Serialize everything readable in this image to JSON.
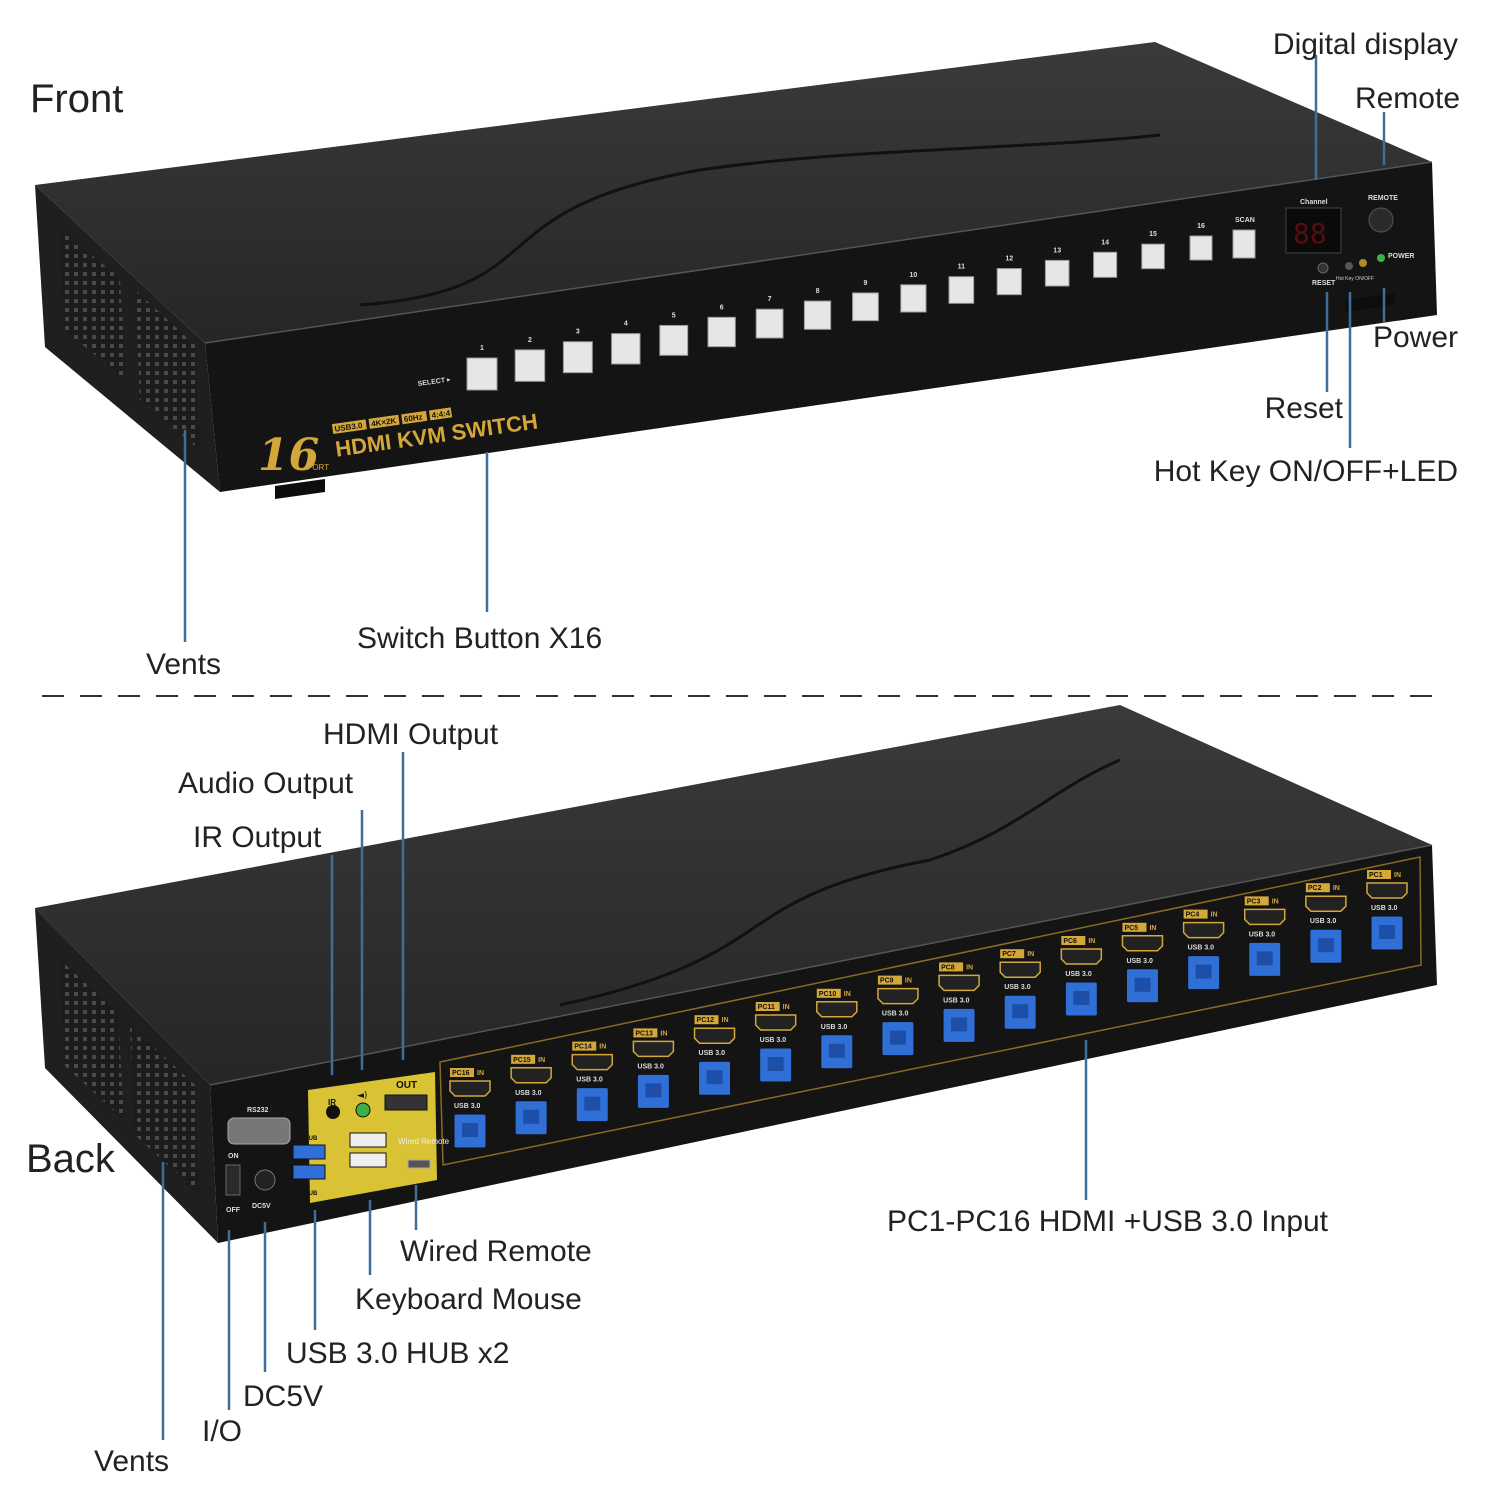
{
  "sections": {
    "front": "Front",
    "back": "Back"
  },
  "front": {
    "brand": {
      "count": "16",
      "port": "PORT",
      "badges": [
        "USB3.0",
        "4K×2K",
        "60Hz",
        "4:4:4"
      ],
      "title": "HDMI KVM SWITCH"
    },
    "select_label": "SELECT ▸",
    "buttons": [
      "1",
      "2",
      "3",
      "4",
      "5",
      "6",
      "7",
      "8",
      "9",
      "10",
      "11",
      "12",
      "13",
      "14",
      "15",
      "16"
    ],
    "scan_label": "SCAN",
    "channel_label": "Channel",
    "display_value": "88",
    "remote_label": "REMOTE",
    "reset_label": "RESET",
    "hotkey_label": "Hot Key ON/OFF",
    "power_label": "POWER",
    "callouts": {
      "digital_display": "Digital display",
      "remote": "Remote",
      "power": "Power",
      "reset": "Reset",
      "hotkey": "Hot Key ON/OFF+LED",
      "switch_button": "Switch Button X16",
      "vents": "Vents"
    }
  },
  "back": {
    "rs232": "RS232",
    "on": "ON",
    "off": "OFF",
    "dc5v": "DC5V",
    "ir": "IR",
    "out": "OUT",
    "hub": "3.0HUB",
    "wired_remote": "Wired Remote",
    "port_labels": [
      "PC16",
      "PC15",
      "PC14",
      "PC13",
      "PC12",
      "PC11",
      "PC10",
      "PC9",
      "PC8",
      "PC7",
      "PC6",
      "PC5",
      "PC4",
      "PC3",
      "PC2",
      "PC1"
    ],
    "in_label": "IN",
    "usb_label": "USB 3.0",
    "callouts": {
      "hdmi_output": "HDMI Output",
      "audio_output": "Audio Output",
      "ir_output": "IR Output",
      "wired_remote": "Wired Remote",
      "keyboard_mouse": "Keyboard Mouse",
      "usb_hub": "USB 3.0 HUB x2",
      "dc5v": "DC5V",
      "io": "I/O",
      "vents": "Vents",
      "pc_input": "PC1-PC16 HDMI +USB 3.0 Input"
    }
  },
  "colors": {
    "chassis": "#1b1b1b",
    "gold": "#d4a73a",
    "usb_blue": "#2f6fd6",
    "callout_line": "#3f6e98"
  }
}
